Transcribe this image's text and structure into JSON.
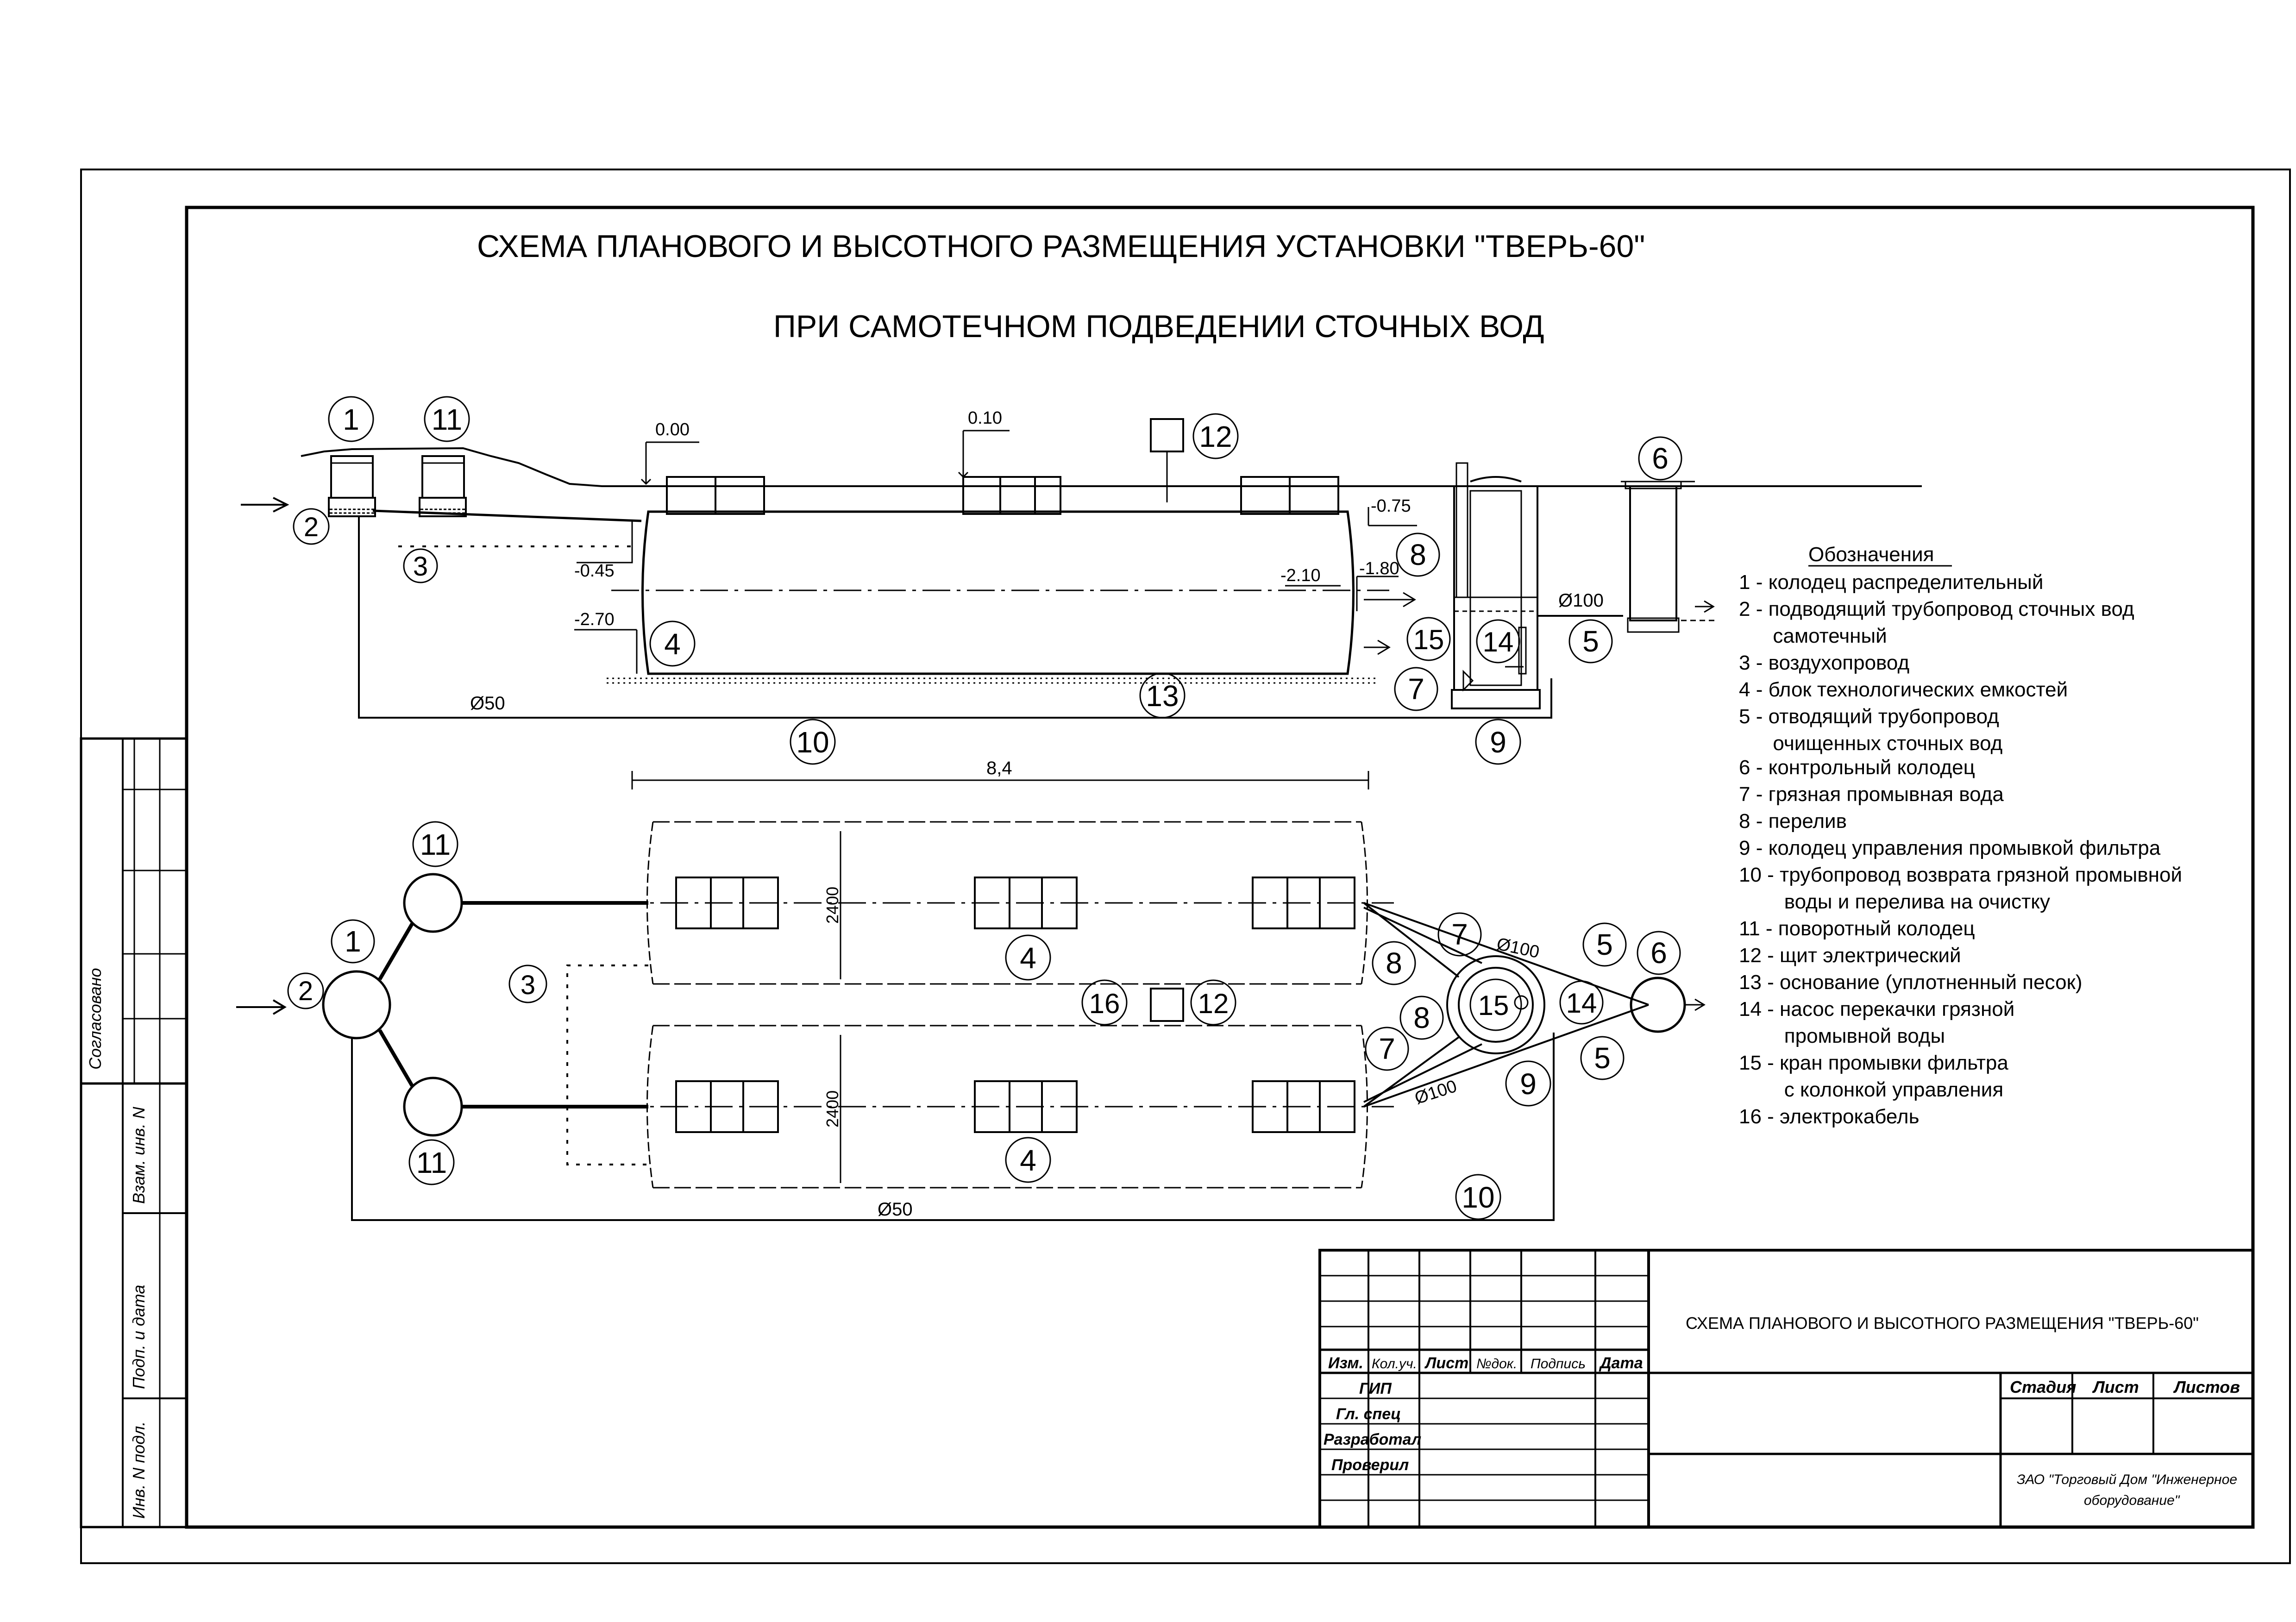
{
  "title_line1": "СХЕМА ПЛАНОВОГО И ВЫСОТНОГО РАЗМЕЩЕНИЯ УСТАНОВКИ  \"ТВЕРЬ-60\"",
  "title_line2": "ПРИ САМОТЕЧНОМ ПОДВЕДЕНИИ СТОЧНЫХ ВОД",
  "elevation": {
    "levels": [
      "0.00",
      "0.10",
      "-0.75",
      "-0.45",
      "-2.10",
      "-1.80",
      "-2.70"
    ],
    "pipe_d100": "Ø100",
    "pipe_d50": "Ø50",
    "length_dim": "8,4"
  },
  "plan": {
    "width_dim": "2400",
    "pipe_d100": "Ø100",
    "pipe_d50": "Ø50"
  },
  "callouts": [
    "1",
    "2",
    "3",
    "4",
    "5",
    "6",
    "7",
    "8",
    "9",
    "10",
    "11",
    "12",
    "13",
    "14",
    "15",
    "16"
  ],
  "legend": {
    "title": "Обозначения",
    "lines": [
      "1 - колодец распределительный",
      "2 - подводящий трубопровод сточных вод",
      "      самотечный",
      "3 - воздухопровод",
      "4 - блок технологических емкостей",
      "5 - отводящий трубопровод",
      "      очищенных сточных вод",
      "6 - контрольный колодец",
      "7 - грязная промывная вода",
      "8 - перелив",
      "9 - колодец управления промывкой фильтра",
      "10 - трубопровод возврата грязной промывной",
      "        воды и перелива на очистку",
      "11 - поворотный колодец",
      "12 - щит электрический",
      "13 - основание (уплотненный песок)",
      "14 - насос перекачки грязной",
      "        промывной воды",
      "15 - кран промывки фильтра",
      "        с колонкой управления",
      "16 - электрокабель"
    ]
  },
  "side_stamp": {
    "agreed": "Согласовано",
    "vzam": "Взам. инв. N",
    "podp": "Подп. и дата",
    "inv": "Инв. N подл."
  },
  "title_block": {
    "col_headers": [
      "Изм.",
      "Кол.уч.",
      "Лист",
      "№док.",
      "Подпись",
      "Дата"
    ],
    "roles": [
      "ГИП",
      "Гл. спец",
      "Разработал",
      "Проверил"
    ],
    "sheet_title": "СХЕМА ПЛАНОВОГО И ВЫСОТНОГО РАЗМЕЩЕНИЯ \"ТВЕРЬ-60\"",
    "stage_headers": [
      "Стадия",
      "Лист",
      "Листов"
    ],
    "company_line1": "ЗАО \"Торговый Дом \"Инженерное",
    "company_line2": "оборудование\""
  }
}
